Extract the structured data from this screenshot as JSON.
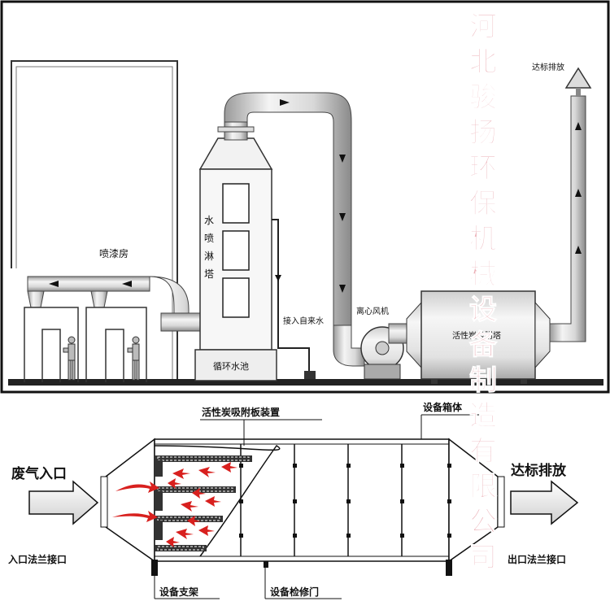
{
  "top_diagram": {
    "spray_booth": "喷漆房",
    "water_spray_tower": [
      "水",
      "喷",
      "淋",
      "塔"
    ],
    "tap_water_inlet": "接入自来水",
    "centrifugal_fan": "离心风机",
    "circulating_pool": "循环水池",
    "carbon_tower": "活性炭吸附塔",
    "compliant_discharge": "达标排放"
  },
  "bottom_diagram": {
    "carbon_plate_device": "活性炭吸附板装置",
    "equipment_box": "设备箱体",
    "waste_gas_inlet": "废气入口",
    "compliant_discharge": "达标排放",
    "inlet_flange": "入口法兰接口",
    "outlet_flange": "出口法兰接口",
    "equipment_support": "设备支架",
    "maintenance_door": "设备检修门"
  },
  "watermark": {
    "chars": [
      "河",
      "北",
      "骏",
      "扬",
      "环",
      "保",
      "机",
      "械",
      "设",
      "备",
      "制",
      "造",
      "有",
      "限",
      "公",
      "司"
    ],
    "color": "#e8a0a8"
  }
}
